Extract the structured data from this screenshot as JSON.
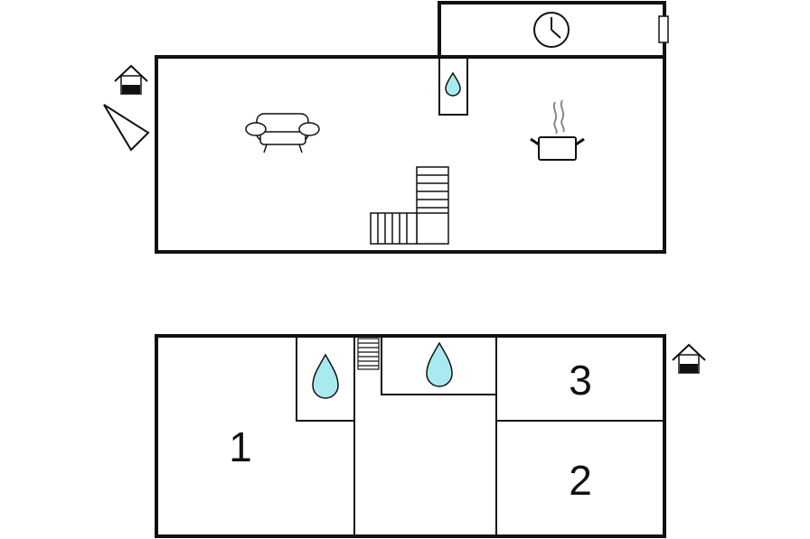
{
  "colors": {
    "wall": "#111111",
    "water": "#a8eaf0",
    "steam": "#888888",
    "background": "#ffffff"
  },
  "upper_floor": {
    "icons": [
      "house-entrance-icon",
      "compass-arrow-icon",
      "clock-icon",
      "water-drop-icon",
      "sofa-icon",
      "cooking-pot-icon",
      "staircase-icon"
    ]
  },
  "lower_floor": {
    "rooms": [
      {
        "label": "1"
      },
      {
        "label": "3"
      },
      {
        "label": "2"
      }
    ],
    "icons": [
      "water-drop-icon",
      "water-drop-icon",
      "staircase-icon",
      "house-entrance-icon"
    ]
  }
}
